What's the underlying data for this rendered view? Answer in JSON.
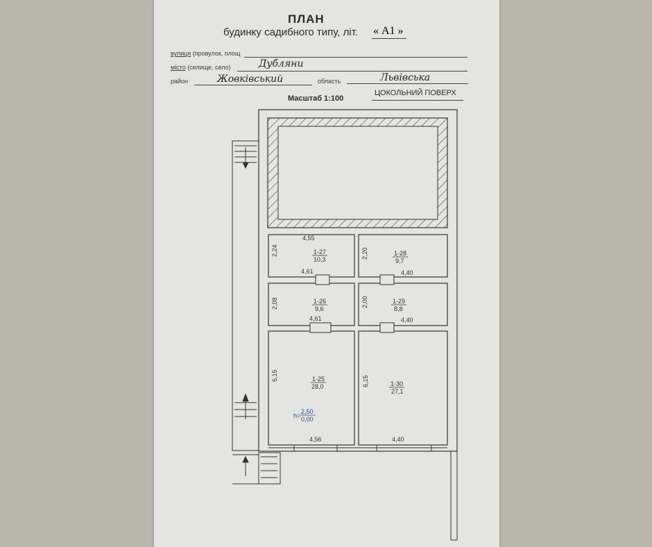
{
  "header": {
    "title": "ПЛАН",
    "subtitle": "будинку садибного типу, літ.",
    "letter": "« А1 »"
  },
  "address": {
    "street_label": "вулиця",
    "street_label_rest": "(провулок, площ",
    "city_label": "місто",
    "city_label_rest": "(селище, село)",
    "city_value": "Дубляни",
    "district_label": "район",
    "district_value": "Жовківський",
    "region_label": "область",
    "region_value": "Львівська"
  },
  "scale": "Масштаб  1:100",
  "floor_name": "ЦОКОЛЬНИЙ ПОВЕРХ",
  "rooms": [
    {
      "id": "1-27",
      "area": "10,3",
      "width_top": "4,55",
      "width_bottom": "4,61",
      "height": "2,24"
    },
    {
      "id": "1-28",
      "area": "9,7",
      "width_bottom": "4,40",
      "height": "2,20"
    },
    {
      "id": "1-26",
      "area": "9,6",
      "width_bottom": "4,61",
      "height": "2,08"
    },
    {
      "id": "1-29",
      "area": "8,8",
      "width_bottom": "4,40",
      "height": "2,00"
    },
    {
      "id": "1-25",
      "area": "28,0",
      "width_bottom": "4,56",
      "height": "6,15"
    },
    {
      "id": "1-30",
      "area": "27,1",
      "width_bottom": "4,40",
      "height": "6,15"
    }
  ],
  "level": {
    "prefix": "h=",
    "height": "2,50",
    "mark": "0,00"
  }
}
